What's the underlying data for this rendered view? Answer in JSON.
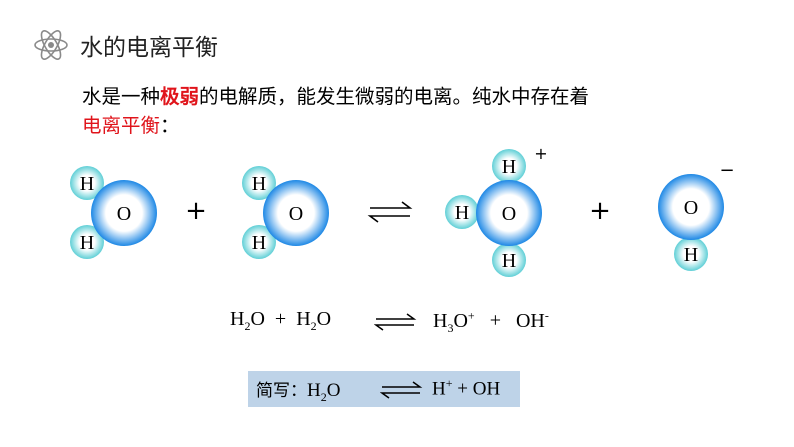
{
  "header": {
    "title": "水的电离平衡",
    "icon": "atom-icon"
  },
  "paragraph": {
    "part1": "水是一种",
    "emph1": "极弱",
    "part2": "的电解质，能发生微弱的电离。纯水中存在着",
    "emph2": "电离平衡",
    "part3": "："
  },
  "diagram": {
    "atoms": {
      "oxygen": "O",
      "hydrogen": "H"
    },
    "plus": "+",
    "plus_charge": "+",
    "minus_charge": "−"
  },
  "equation": {
    "h": "H",
    "sub2": "2",
    "sub3": "3",
    "o": "O",
    "plus": "+",
    "oh": "OH",
    "sup_plus": "+",
    "sup_minus": "-"
  },
  "short_form": {
    "label": "简写：",
    "h": "H",
    "sub2": "2",
    "o": "O",
    "sup_plus": "+",
    "rest": " + OH"
  },
  "colors": {
    "emphasis": "#e0141b",
    "oxygen_outer": "#1e88e5",
    "hydrogen": "#6dd3d9",
    "box": "#bed3e8"
  }
}
